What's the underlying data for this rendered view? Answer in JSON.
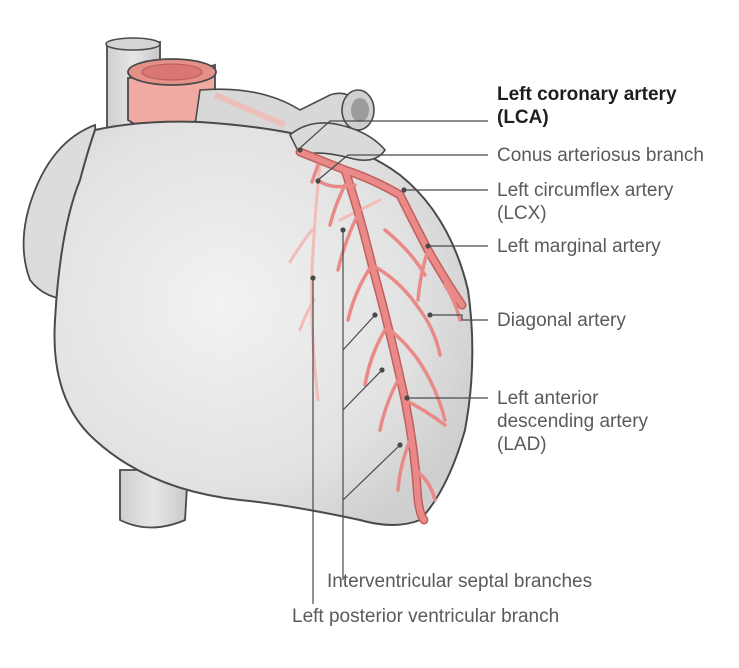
{
  "labels": {
    "lca": {
      "line1": "Left coronary artery",
      "line2": "(LCA)"
    },
    "conus": "Conus arteriosus branch",
    "lcx": {
      "line1": "Left circumflex artery",
      "line2": "(LCX)"
    },
    "marginal": "Left marginal artery",
    "diagonal": "Diagonal artery",
    "lad": {
      "line1": "Left anterior",
      "line2": "descending artery",
      "line3": "(LAD)"
    },
    "septal": "Interventricular septal branches",
    "posterior": "Left posterior ventricular branch"
  },
  "colors": {
    "heart_fill": "#e4e4e4",
    "heart_outline": "#4a4a4a",
    "vessel_fill": "#d8d8d8",
    "artery": "#e98a88",
    "artery_outline": "#c25f5e",
    "aorta_pink": "#f0a9a3",
    "leader": "#4a4a4a"
  }
}
